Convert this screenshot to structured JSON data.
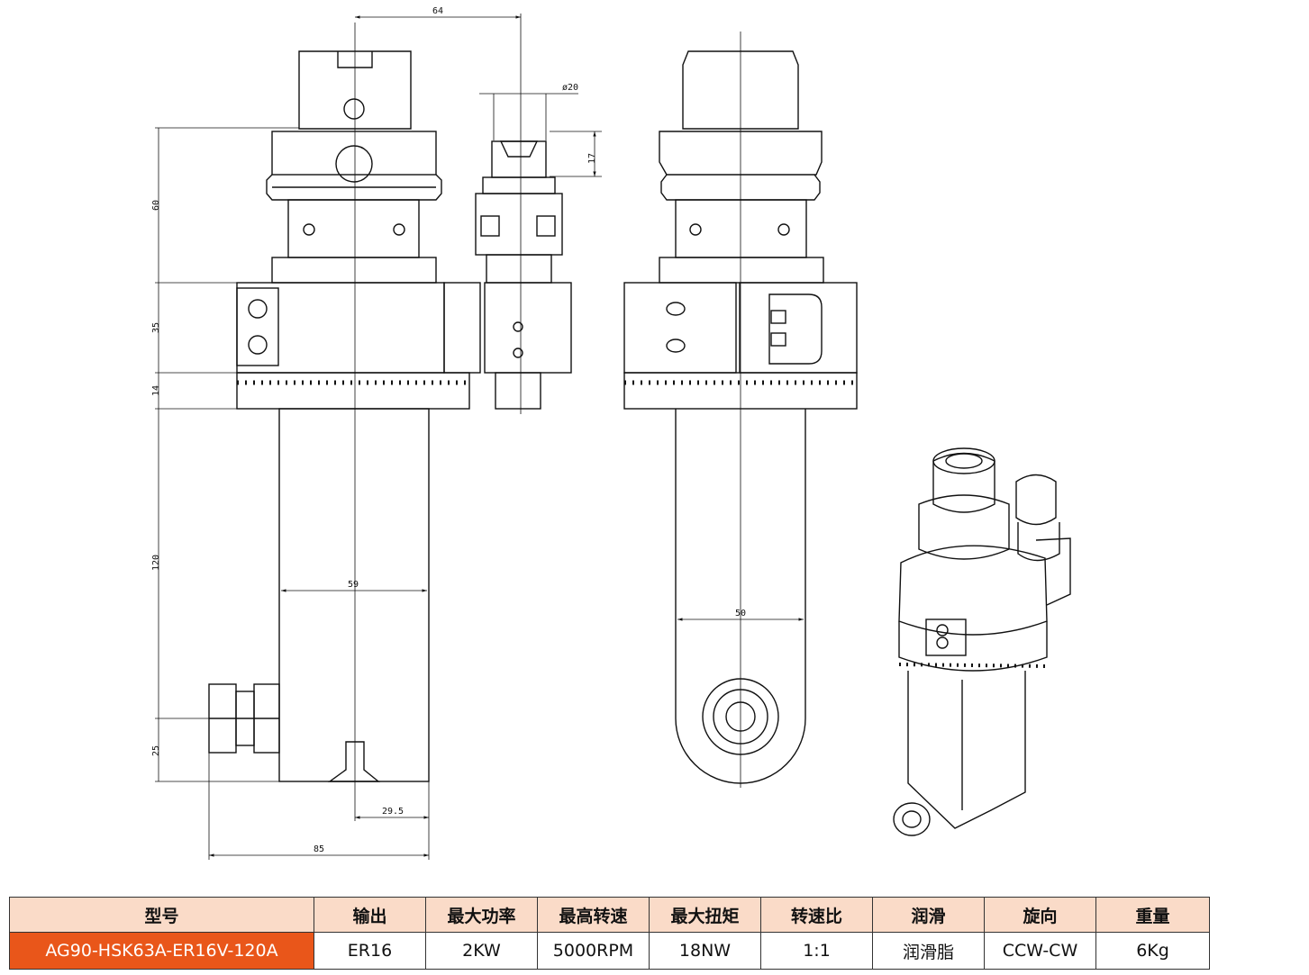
{
  "dimensions": {
    "d64": "64",
    "d20": "ø20",
    "d17": "17",
    "d60": "60",
    "d35": "35",
    "d14": "14",
    "d120": "120",
    "d59": "59",
    "d25": "25",
    "d29_5": "29.5",
    "d85": "85",
    "d50": "50"
  },
  "spec_table": {
    "headers": [
      "型号",
      "输出",
      "最大功率",
      "最高转速",
      "最大扭矩",
      "转速比",
      "润滑",
      "旋向",
      "重量"
    ],
    "row": [
      "AG90-HSK63A-ER16V-120A",
      "ER16",
      "2KW",
      "5000RPM",
      "18NW",
      "1:1",
      "润滑脂",
      "CCW-CW",
      "6Kg"
    ]
  },
  "colors": {
    "header_bg": "#fadbc8",
    "model_bg": "#e9561a",
    "line": "#111111"
  }
}
